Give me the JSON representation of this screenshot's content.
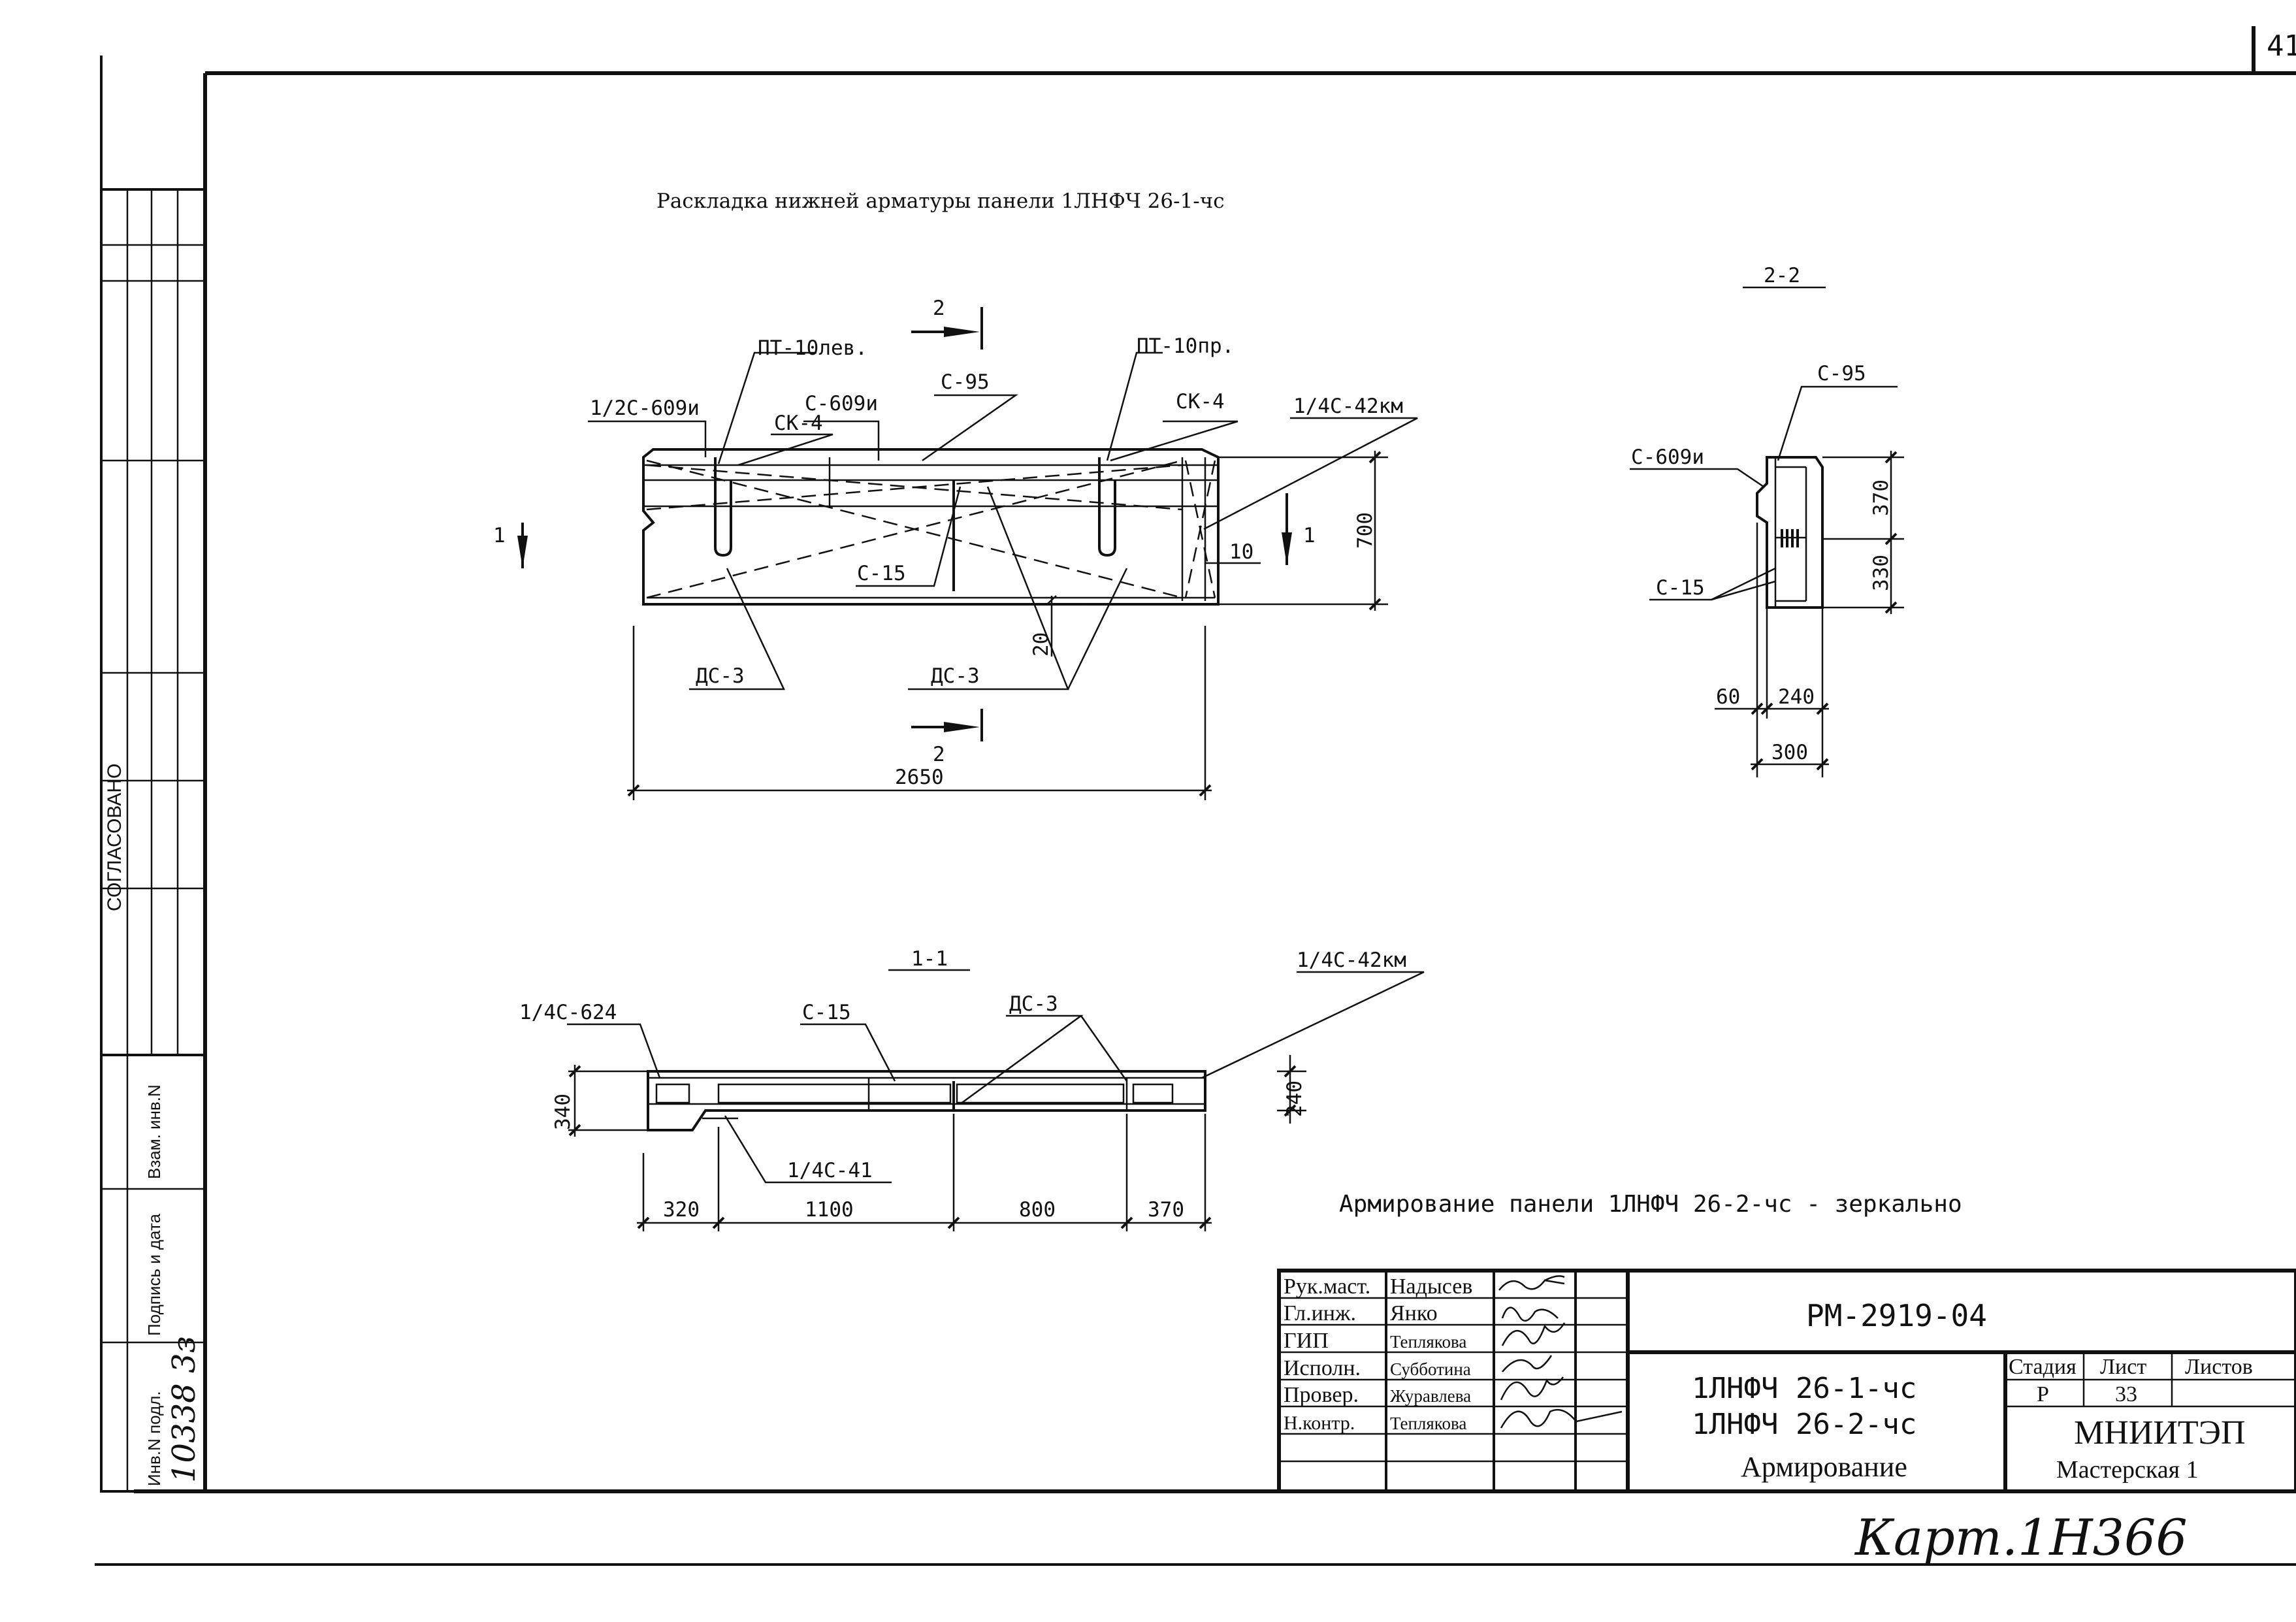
{
  "sheet_number": "41",
  "main_title": "Раскладка нижней арматуры панели 1ЛНФЧ 26-1-чс",
  "mirror_note": "Армирование панели 1ЛНФЧ 26-2-чс - зеркально",
  "plan_view": {
    "section_mark": "2",
    "left_view_mark": "1",
    "labels": {
      "pt_left": "ПТ-10лев.",
      "pt_right": "ПТ-10пр.",
      "c609u_half": "1/2С-609и",
      "c609u": "С-609и",
      "c95": "С-95",
      "ck4_left": "СК-4",
      "ck4_right": "СК-4",
      "c42km": "1/4С-42км",
      "c15": "С-15",
      "dc3_left": "ДС-3",
      "dc3_mid": "ДС-3"
    },
    "dims": {
      "length": "2650",
      "height": "700",
      "offset": "10",
      "bottom": "20"
    }
  },
  "section_22": {
    "title": "2-2",
    "labels": {
      "c95": "С-95",
      "c609u": "С-609и",
      "c15": "С-15"
    },
    "dims": {
      "top": "370",
      "bottom": "330",
      "left": "60",
      "right": "240",
      "total": "300"
    }
  },
  "section_11": {
    "title": "1-1",
    "labels": {
      "c624": "1/4С-624",
      "c15": "С-15",
      "dc3": "ДС-3",
      "c42km": "1/4С-42км",
      "c41": "1/4С-41"
    },
    "dims": {
      "d1": "320",
      "d2": "1100",
      "d3": "800",
      "d4": "370",
      "h_left": "340",
      "h_right": "240"
    }
  },
  "left_strip": {
    "agreed": "СОГЛАСОВАНО",
    "inv_orig": "Инв.N подл.",
    "sign_date": "Подпись и дата",
    "replace_inv": "Взам. инв.N",
    "inv_value": "10338 3з"
  },
  "title_block": {
    "roles": [
      {
        "role": "Рук.маст.",
        "name": "Надысев"
      },
      {
        "role": "Гл.инж.",
        "name": "Янко"
      },
      {
        "role": "ГИП",
        "name": "Теплякова"
      },
      {
        "role": "Исполн.",
        "name": "Субботина"
      },
      {
        "role": "Провер.",
        "name": "Журавлева"
      },
      {
        "role": "Н.контр.",
        "name": "Теплякова"
      }
    ],
    "doc_code": "РМ-2919-04",
    "product_line1": "1ЛНФЧ 26-1-чс",
    "product_line2": "1ЛНФЧ 26-2-чс",
    "product_line3": "Армирование",
    "stage_header": "Стадия",
    "sheet_header": "Лист",
    "sheets_header": "Листов",
    "stage_value": "Р",
    "sheet_value": "33",
    "sheets_value": "",
    "org_name": "МНИИТЭП",
    "workshop": "Мастерская 1"
  },
  "archive_note": "Карт.1Н366"
}
